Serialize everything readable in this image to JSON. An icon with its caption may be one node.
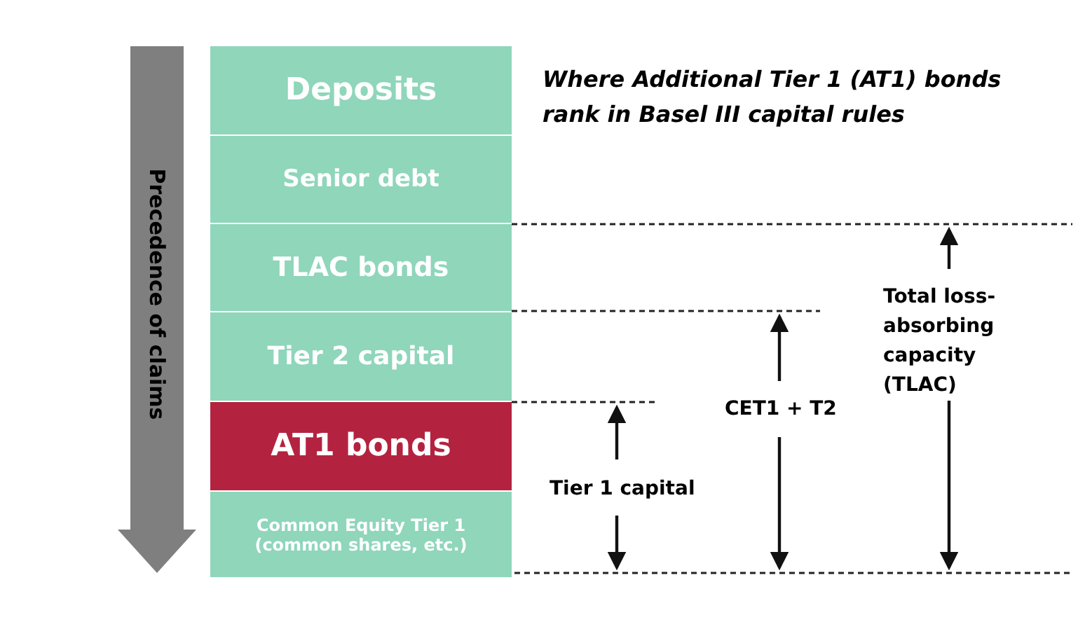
{
  "diagram": {
    "title": "Where Additional Tier 1 (AT1) bonds rank in Basel III capital rules",
    "nodes": [
      {
        "text": [
          "Deposits"
        ]
      },
      {
        "text": [
          "Senior debt"
        ]
      },
      {
        "text": [
          "TLAC bonds"
        ]
      },
      {
        "text": [
          "Tier 2 capital"
        ]
      },
      {
        "text": [
          "AT1 bonds"
        ]
      },
      {
        "text": [
          "Common Equity Tier 1 (common shares, etc.)"
        ]
      }
    ],
    "edges": [],
    "labels": [
      "Precedence of claims",
      "Tier 1 capital",
      "CET1 + T2",
      "Total loss-absorbing capacity (TLAC)"
    ]
  }
}
